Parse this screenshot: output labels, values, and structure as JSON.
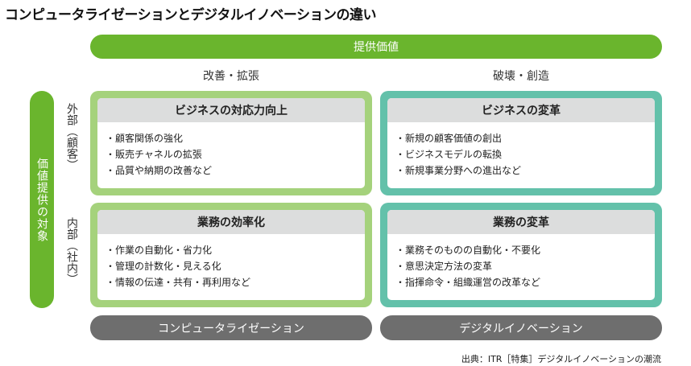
{
  "title": "コンピュータライゼーションとデジタルイノベーションの違い",
  "axis": {
    "top_bar": "提供価値",
    "columns": [
      "改善・拡張",
      "破壊・創造"
    ],
    "side_bar": "価値提供の対象",
    "rows": [
      "外部（顧客）",
      "内部（社内）"
    ],
    "bottom": [
      "コンピュータライゼーション",
      "デジタルイノベーション"
    ]
  },
  "quadrants": [
    {
      "heading": "ビジネスの対応力向上",
      "items": [
        "・顧客関係の強化",
        "・販売チャネルの拡張",
        "・品質や納期の改善など"
      ]
    },
    {
      "heading": "ビジネスの変革",
      "items": [
        "・新規の顧客価値の創出",
        "・ビジネスモデルの転換",
        "・新規事業分野への進出など"
      ]
    },
    {
      "heading": "業務の効率化",
      "items": [
        "・作業の自動化・省力化",
        "・管理の計数化・見える化",
        "・情報の伝達・共有・再利用など"
      ]
    },
    {
      "heading": "業務の変革",
      "items": [
        "・業務そのものの自動化・不要化",
        "・意思決定方法の変革",
        "・指揮命令・組織運営の改革など"
      ]
    }
  ],
  "source": "出典：ITR［特集］デジタルイノベーションの潮流",
  "colors": {
    "green_dark": "#6ab52d",
    "green_light": "#a5d27c",
    "teal": "#63c1aa",
    "grey_bar": "#6e6e6e",
    "header_grey": "#dcdddd"
  }
}
